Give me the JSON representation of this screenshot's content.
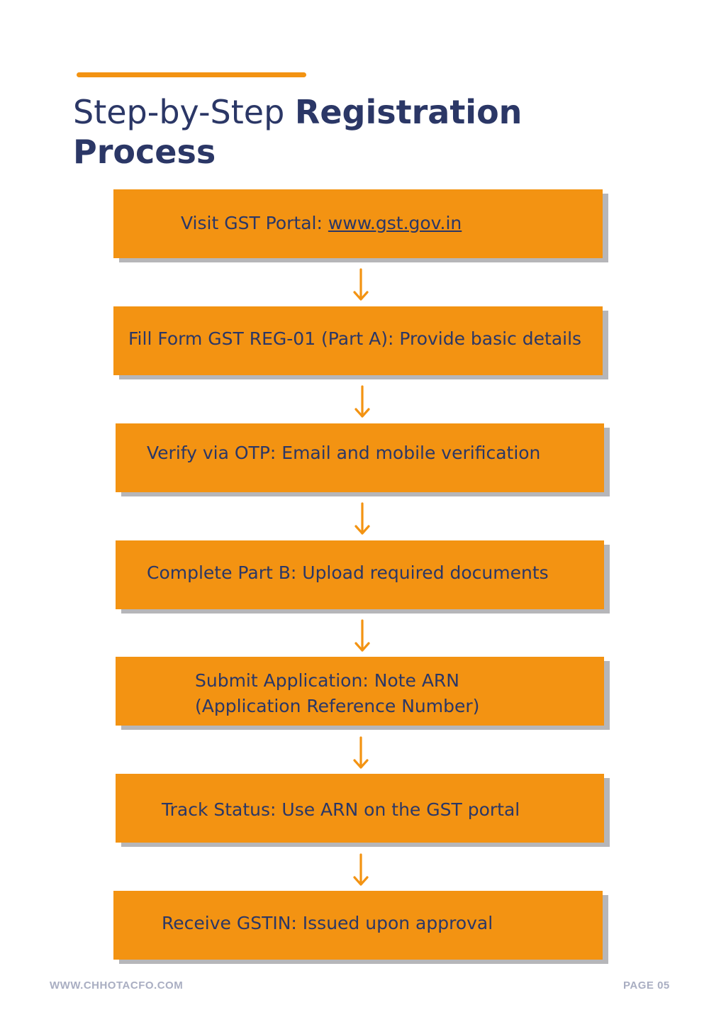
{
  "header": {
    "title_light": "Step-by-Step ",
    "title_bold_1": "Registration",
    "title_bold_2": "Process"
  },
  "colors": {
    "accent": "#f39312",
    "text_navy": "#2b3766",
    "shadow": "#b6b6b9",
    "footer": "#a9aec2"
  },
  "steps": [
    {
      "label": "Visit GST Portal: ",
      "link": "www.gst.gov.in"
    },
    {
      "label": "Fill Form GST REG-01 (Part A): ",
      "value": "Provide basic details"
    },
    {
      "label": "Verify via OTP: ",
      "value": "Email and mobile verification"
    },
    {
      "label": "Complete Part B: ",
      "value": "Upload required documents"
    },
    {
      "label": "Submit Application: ",
      "value": "Note ARN",
      "line2": "(Application Reference Number)"
    },
    {
      "label": "Track Status: ",
      "value": "Use ARN on the GST portal"
    },
    {
      "label": "Receive GSTIN: ",
      "value": "Issued upon approval"
    }
  ],
  "connector_icon": "arrow-down-icon",
  "footer": {
    "website": "WWW.CHHOTACFO.COM",
    "page": "PAGE 05"
  }
}
